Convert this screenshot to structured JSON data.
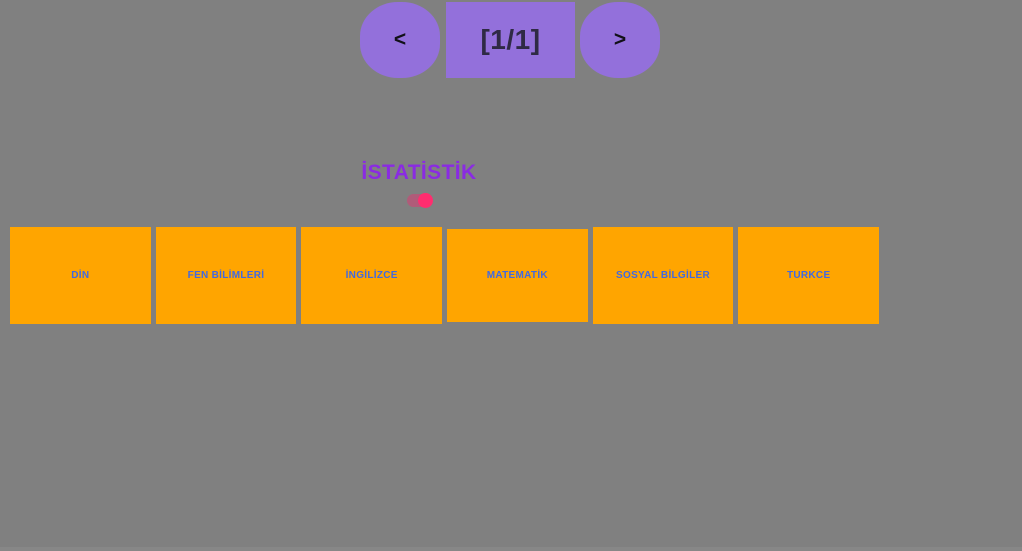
{
  "page": {
    "background_color": "#808080"
  },
  "pager": {
    "prev_label": "<",
    "next_label": ">",
    "count_label": "[1/1]",
    "current_page": 1,
    "total_pages": 1,
    "button_color": "#9370DB",
    "count_text_color": "#2F2A45"
  },
  "stats": {
    "title": "İSTATİSTİK",
    "title_color": "#8A2BE2",
    "toggle": {
      "state": "on",
      "knob_color": "#FF2D6F",
      "track_color": "rgba(255,45,111,0.38)"
    }
  },
  "subjects": {
    "card_color": "#FFA500",
    "label_color": "#4169E1",
    "items": [
      {
        "label": "DİN"
      },
      {
        "label": "FEN BİLİMLERİ"
      },
      {
        "label": "İNGİLİZCE"
      },
      {
        "label": "MATEMATİK"
      },
      {
        "label": "SOSYAL BİLGİLER"
      },
      {
        "label": "TURKCE"
      }
    ]
  }
}
